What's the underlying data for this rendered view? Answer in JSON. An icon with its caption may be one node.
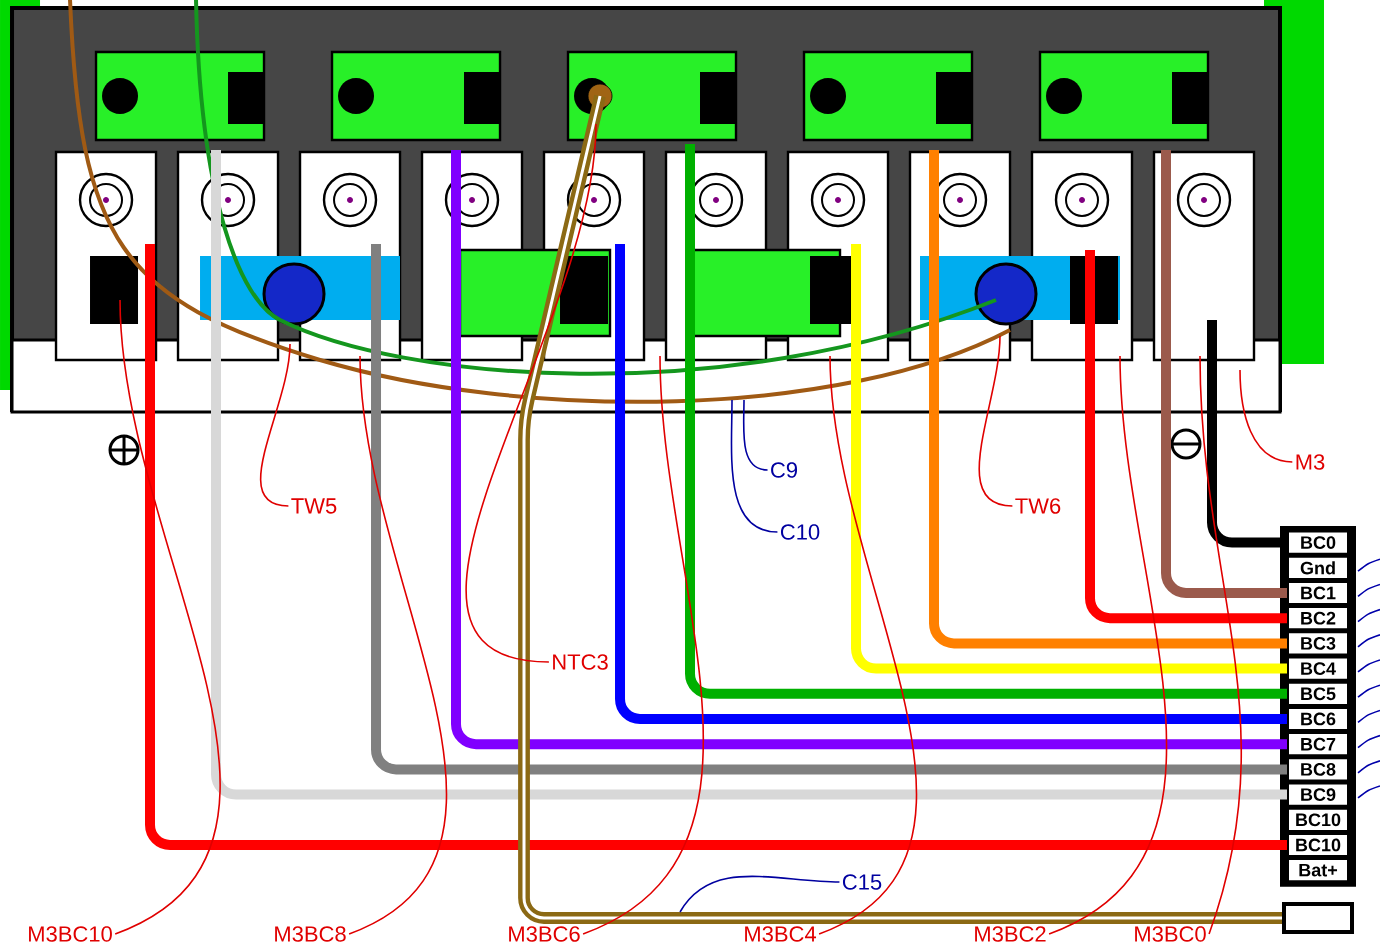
{
  "diagram": {
    "nodes": [
      {
        "text": [],
        "shape": "box"
      },
      {
        "text": [
          "BC0"
        ],
        "in": 0
      },
      {
        "text": [
          "Gnd"
        ],
        "in": 0
      },
      {
        "text": [
          "BC1"
        ],
        "in": 0
      },
      {
        "text": [
          "BC2"
        ],
        "in": 0
      },
      {
        "text": [
          "BC3"
        ],
        "in": 0
      },
      {
        "text": [
          "BC4"
        ],
        "in": 0
      },
      {
        "text": [
          "BC5"
        ],
        "in": 0
      },
      {
        "text": [
          "BC6"
        ],
        "in": 0
      },
      {
        "text": [
          "BC7"
        ],
        "in": 0
      },
      {
        "text": [
          "BC8"
        ],
        "in": 0
      },
      {
        "text": [
          "BC9"
        ],
        "in": 0
      },
      {
        "text": [
          "BC10"
        ],
        "in": 0
      },
      {
        "text": [
          "BC10"
        ],
        "in": 0
      },
      {
        "text": [
          "Bat+"
        ],
        "in": 0
      },
      {
        "text": [],
        "shape": "box"
      },
      {
        "text": [
          "M3"
        ]
      },
      {
        "text": [
          "C9"
        ]
      },
      {
        "text": [
          "TW5"
        ]
      },
      {
        "text": [
          "TW6"
        ]
      },
      {
        "text": [
          "C10"
        ]
      },
      {
        "text": [
          "NTC3"
        ]
      },
      {
        "text": [
          "C15"
        ]
      },
      {
        "text": [
          "M3BC10"
        ]
      },
      {
        "text": [
          "M3BC8"
        ]
      },
      {
        "text": [
          "M3BC6"
        ]
      },
      {
        "text": [
          "M3BC4"
        ]
      },
      {
        "text": [
          "M3BC2"
        ]
      },
      {
        "text": [
          "M3BC0"
        ]
      }
    ],
    "edges": [
      {
        "from": null,
        "to": 1,
        "arrow": "none",
        "style": "thick",
        "color": "#000000"
      },
      {
        "from": null,
        "to": 3,
        "arrow": "none",
        "style": "thick",
        "color": "#9b5a4c"
      },
      {
        "from": null,
        "to": 4,
        "arrow": "none",
        "style": "thick",
        "color": "#ff0000"
      },
      {
        "from": null,
        "to": 5,
        "arrow": "none",
        "style": "thick",
        "color": "#ff8000"
      },
      {
        "from": null,
        "to": 6,
        "arrow": "none",
        "style": "thick",
        "color": "#ffff00"
      },
      {
        "from": null,
        "to": 7,
        "arrow": "none",
        "style": "thick",
        "color": "#00b000"
      },
      {
        "from": null,
        "to": 8,
        "arrow": "none",
        "style": "thick",
        "color": "#0000ff"
      },
      {
        "from": null,
        "to": 9,
        "arrow": "none",
        "style": "thick",
        "color": "#8000ff"
      },
      {
        "from": null,
        "to": 10,
        "arrow": "none",
        "style": "thick",
        "color": "#808080"
      },
      {
        "from": null,
        "to": 11,
        "arrow": "none",
        "style": "thick",
        "color": "#d8d8d8"
      },
      {
        "from": null,
        "to": 13,
        "arrow": "none",
        "style": "thick",
        "color": "#ff0000"
      },
      {
        "from": null,
        "to": 15,
        "arrow": "none",
        "style": "thick",
        "color": "#8b6914"
      },
      {
        "from": 16,
        "to": null,
        "arrow": "none"
      },
      {
        "from": 17,
        "to": null,
        "arrow": "none",
        "color": "#0000a0"
      },
      {
        "from": 18,
        "to": null,
        "arrow": "none"
      },
      {
        "from": 19,
        "to": null,
        "arrow": "none"
      },
      {
        "from": 20,
        "to": null,
        "arrow": "none",
        "color": "#0000a0"
      },
      {
        "from": 21,
        "to": null,
        "arrow": "none"
      },
      {
        "from": 22,
        "to": null,
        "arrow": "none",
        "color": "#0000a0"
      },
      {
        "from": 23,
        "to": null,
        "arrow": "none"
      },
      {
        "from": 24,
        "to": null,
        "arrow": "none"
      },
      {
        "from": 25,
        "to": null,
        "arrow": "none"
      },
      {
        "from": 26,
        "to": null,
        "arrow": "none"
      },
      {
        "from": 27,
        "to": null,
        "arrow": "none"
      },
      {
        "from": 28,
        "to": null,
        "arrow": "none"
      }
    ]
  }
}
